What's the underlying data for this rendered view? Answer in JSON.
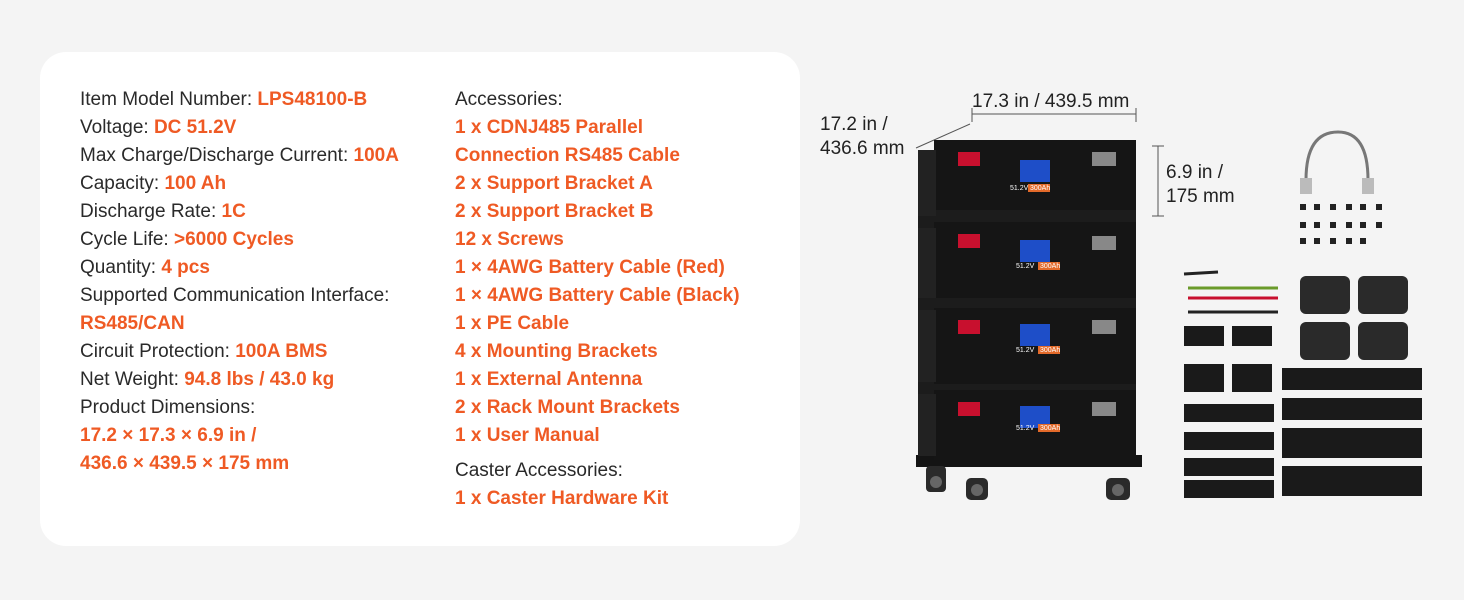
{
  "specs": [
    {
      "label": "Item Model Number: ",
      "value": "LPS48100-B"
    },
    {
      "label": "Voltage: ",
      "value": "DC 51.2V"
    },
    {
      "label": "Max Charge/Discharge Current: ",
      "value": "100A"
    },
    {
      "label": "Capacity: ",
      "value": "100 Ah"
    },
    {
      "label": "Discharge Rate: ",
      "value": "1C"
    },
    {
      "label": "Cycle Life: ",
      "value": ">6000 Cycles"
    },
    {
      "label": "Quantity: ",
      "value": "4 pcs"
    },
    {
      "label": "Supported Communication Interface:",
      "value": "RS485/CAN"
    },
    {
      "label": "Circuit Protection: ",
      "value": "100A BMS"
    },
    {
      "label": "Net Weight: ",
      "value": "94.8 lbs / 43.0 kg"
    },
    {
      "label": "Product Dimensions:",
      "value": "17.2 × 17.3 × 6.9 in /",
      "value2": "436.6 × 439.5 × 175 mm"
    }
  ],
  "accessories": {
    "title": "Accessories:",
    "items": [
      "1 x CDNJ485 Parallel",
      "Connection RS485 Cable",
      "2 x Support Bracket A",
      "2 x Support Bracket B",
      "12 x Screws",
      "1 × 4AWG Battery Cable (Red)",
      "1 × 4AWG Battery Cable (Black)",
      "1 x PE Cable",
      "4 x Mounting Brackets",
      "1 x External Antenna",
      "2 x Rack Mount Brackets",
      "1 x User Manual"
    ],
    "caster_title": "Caster Accessories:",
    "caster_items": [
      "1 x Caster Hardware Kit"
    ]
  },
  "dimensions": {
    "depth_in": "17.2 in /",
    "depth_mm": "436.6 mm",
    "width": "17.3 in / 439.5 mm",
    "height_in": "6.9 in /",
    "height_mm": "175 mm"
  },
  "battery_module": {
    "display": "51.2V",
    "capacity": "300Ah"
  },
  "colors": {
    "accent": "#ef5a24",
    "text": "#2a2a2a",
    "background": "#f4f4f4",
    "card": "#ffffff"
  }
}
